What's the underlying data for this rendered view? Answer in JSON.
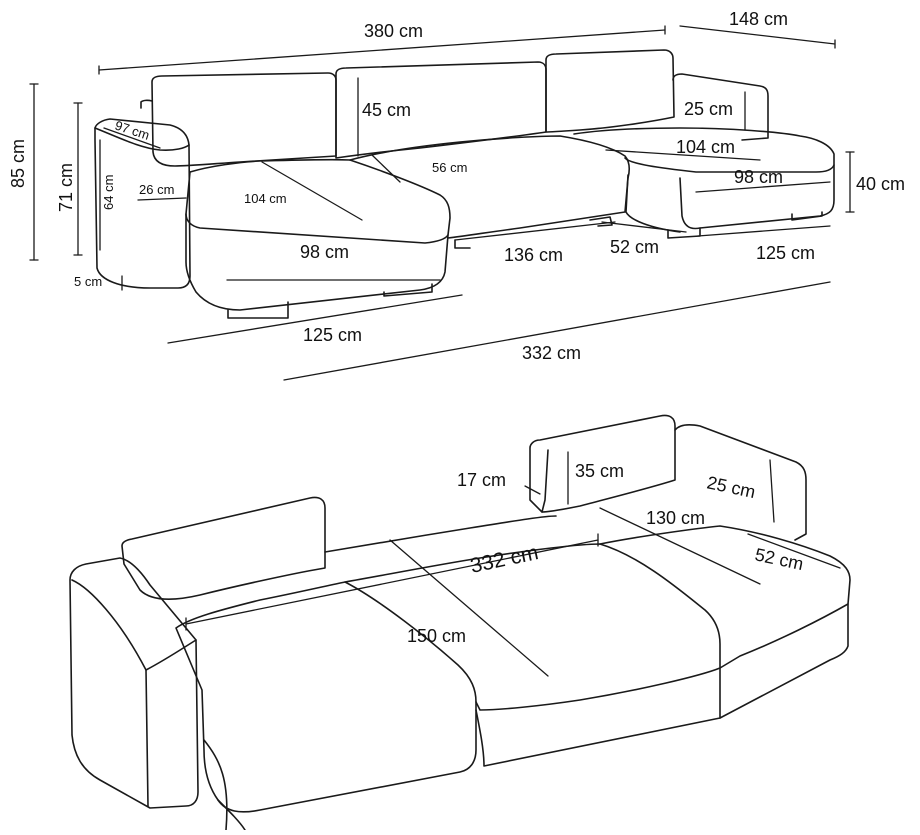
{
  "figure_top": {
    "overall_length": "380 cm",
    "depth_chaise_right": "148 cm",
    "total_height": "85 cm",
    "height_to_armrest": "71 cm",
    "armrest_height": "64 cm",
    "armrest_depth": "97 cm",
    "armrest_width": "26 cm",
    "leg_height": "5 cm",
    "backrest_height": "45 cm",
    "chaise_back_height": "25 cm",
    "seat_depth_center": "56 cm",
    "chaise_left_length": "104 cm",
    "chaise_left_width": "98 cm",
    "chaise_right_length": "104 cm",
    "chaise_right_width": "98 cm",
    "seat_height": "40 cm",
    "center_seat_width": "136 cm",
    "chaise_right_gap": "52 cm",
    "chaise_right_footprint": "125 cm",
    "chaise_left_footprint": "125 cm",
    "bed_length": "332 cm"
  },
  "figure_bottom": {
    "bed_length": "332 cm",
    "bed_width": "150 cm",
    "back_height": "35 cm",
    "arm_gap": "17 cm",
    "back_depth": "25 cm",
    "rear_length": "130 cm",
    "side_depth": "52 cm"
  }
}
